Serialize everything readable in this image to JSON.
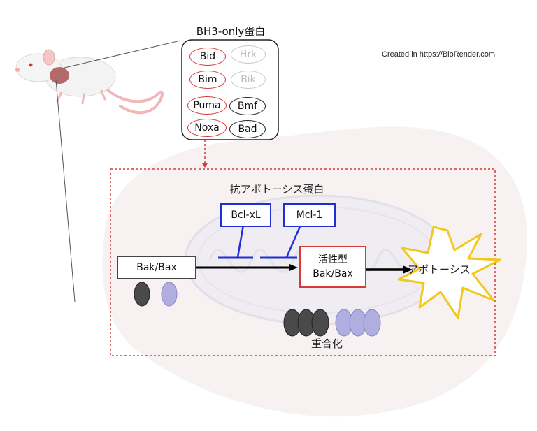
{
  "bh3_group": {
    "title": "BH3-only蛋白",
    "proteins": [
      "Bid",
      "Hrk",
      "Bim",
      "Bik",
      "Puma",
      "Bmf",
      "Noxa",
      "Bad"
    ]
  },
  "credit": "Created in  https://BioRender.com",
  "anti_apoptotic": {
    "title": "抗アポトーシス蛋白",
    "proteins": [
      "Bcl-xL",
      "Mcl-1"
    ]
  },
  "inactive": {
    "label": "Bak/Bax"
  },
  "active": {
    "line1": "活性型",
    "line2": "Bak/Bax"
  },
  "polymerization": "重合化",
  "apoptosis": "アポトーシス",
  "colors": {
    "red": "#d83a3a",
    "blue": "#1f2fd6",
    "dark_oval": "#4a4a4a",
    "lavender_oval": "#b0aee0",
    "burst": "#f2c81e",
    "background_cell": "#f4ecec"
  },
  "icons": [
    "mouse-icon",
    "mitochondrion-icon",
    "apoptosis-burst-icon"
  ]
}
